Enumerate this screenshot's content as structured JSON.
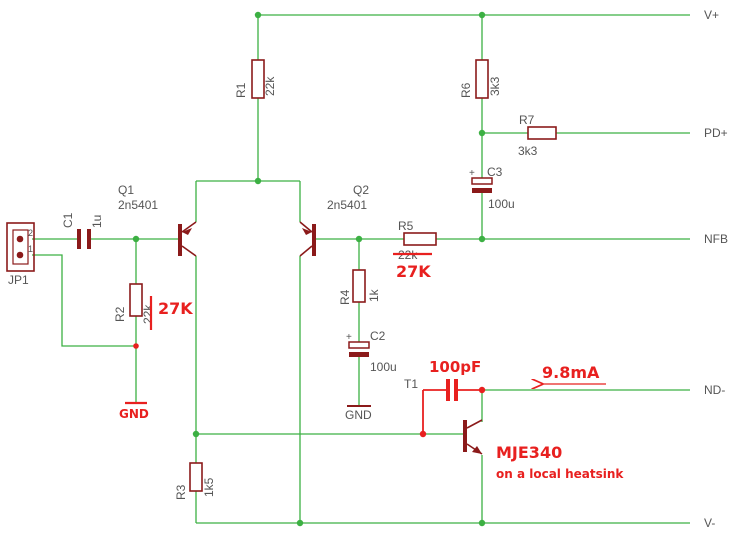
{
  "nets": {
    "vplus": "V+",
    "pdplus": "PD+",
    "nfb": "NFB",
    "ndminus": "ND-",
    "vminus": "V-"
  },
  "components": {
    "r1": {
      "ref": "R1",
      "value": "22k"
    },
    "r2": {
      "ref": "R2",
      "value": "22k"
    },
    "r3": {
      "ref": "R3",
      "value": "1k5"
    },
    "r4": {
      "ref": "R4",
      "value": "1k"
    },
    "r5": {
      "ref": "R5",
      "value": "22k"
    },
    "r6": {
      "ref": "R6",
      "value": "3k3"
    },
    "r7": {
      "ref": "R7",
      "value": "3k3"
    },
    "c1": {
      "ref": "C1",
      "value": "1u"
    },
    "c2": {
      "ref": "C2",
      "value": "100u"
    },
    "c3": {
      "ref": "C3",
      "value": "100u"
    },
    "q1": {
      "ref": "Q1",
      "value": "2n5401"
    },
    "q2": {
      "ref": "Q2",
      "value": "2n5401"
    },
    "t1": {
      "ref": "T1"
    },
    "jp1": {
      "ref": "JP1",
      "pin1": "1",
      "pin2": "2"
    }
  },
  "grounds": {
    "gnd_main": "GND",
    "gnd_c2": "GND"
  },
  "annotations": {
    "r2_override": "27K",
    "r5_override": "27K",
    "cap_added": "100pF",
    "current": "9.8mA",
    "transistor": "MJE340",
    "heatsink_note": "on a local heatsink"
  },
  "colors": {
    "wire": "#3cb043",
    "component": "#8b1a1a",
    "annotation": "#e8201f",
    "label": "#555555"
  }
}
